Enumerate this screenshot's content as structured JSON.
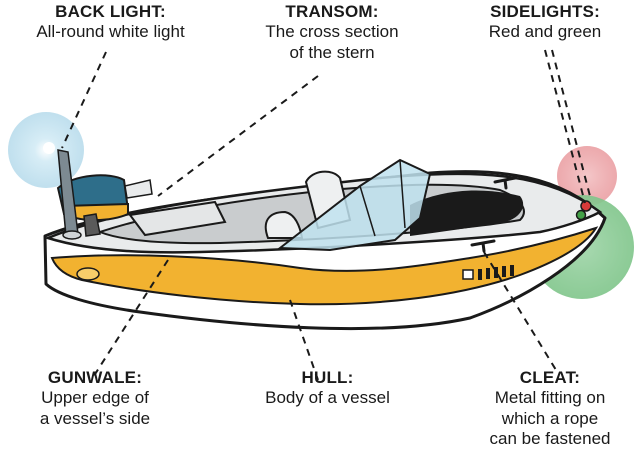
{
  "labels": {
    "back_light": {
      "name": "BACK LIGHT:",
      "desc": [
        "All-round white light"
      ]
    },
    "transom": {
      "name": "TRANSOM:",
      "desc": [
        "The cross section",
        "of the stern"
      ]
    },
    "sidelights": {
      "name": "SIDELIGHTS:",
      "desc": [
        "Red and green"
      ]
    },
    "gunwale": {
      "name": "GUNWALE:",
      "desc": [
        "Upper edge of",
        "a vessel’s side"
      ]
    },
    "hull": {
      "name": "HULL:",
      "desc": [
        "Body of a vessel"
      ]
    },
    "cleat": {
      "name": "CLEAT:",
      "desc": [
        "Metal fitting on",
        "which a rope",
        "can be fastened"
      ]
    }
  },
  "colors": {
    "hull_white": "#ffffff",
    "outline": "#1a1a1a",
    "stripe_yellow": "#f2b230",
    "deck_gray": "#c9ccce",
    "engine_blue": "#2e6e8a",
    "windshield": "#bfe2ee",
    "white_glow": "#b9dcec",
    "red_glow": "#e99a9e",
    "green_glow": "#7fc58a"
  },
  "icons": [
    "boat-illustration",
    "white-light-glow",
    "red-light-glow",
    "green-light-glow"
  ]
}
